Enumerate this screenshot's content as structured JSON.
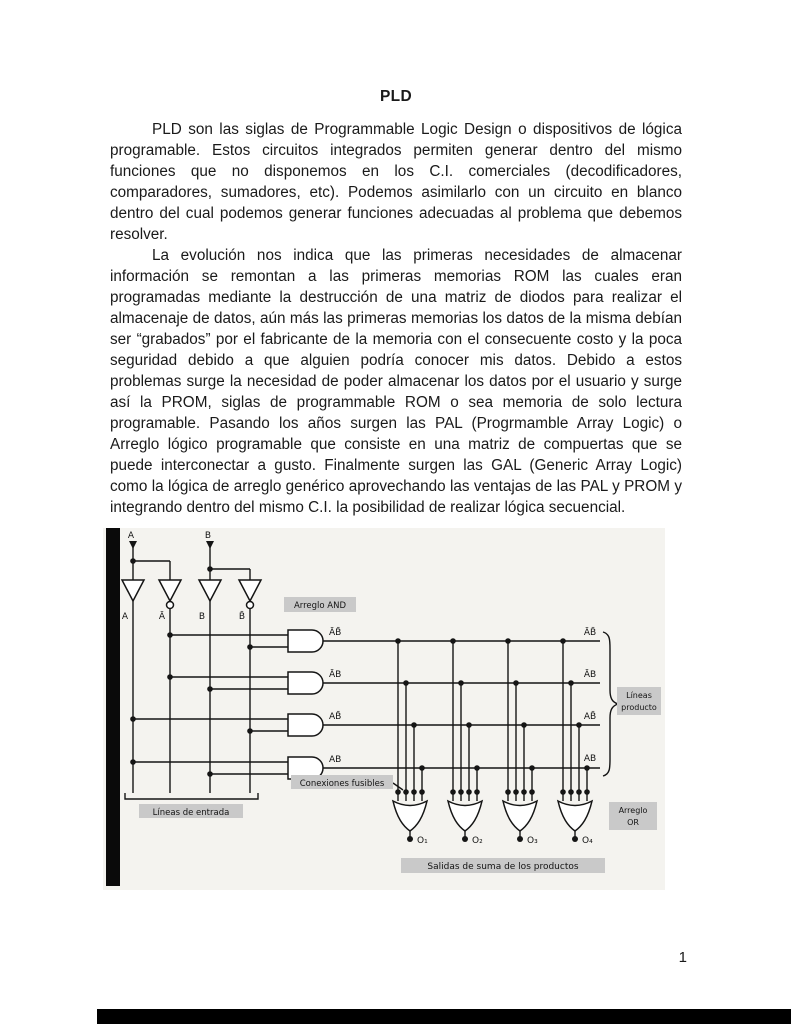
{
  "page": {
    "title": "PLD",
    "page_number": "1",
    "paragraphs": [
      "PLD son las siglas de Programmable Logic Design o dispositivos de lógica programable. Estos circuitos integrados permiten generar dentro del mismo funciones que no disponemos en los C.I. comerciales (decodificadores, comparadores, sumadores, etc). Podemos asimilarlo con un circuito en blanco dentro del cual podemos generar funciones adecuadas al problema que debemos resolver.",
      "La evolución nos indica que las primeras necesidades de almacenar información se remontan a las primeras memorias ROM las cuales eran programadas mediante la destrucción de una matriz de diodos para realizar el almacenaje de datos, aún más las primeras memorias los datos de la misma debían ser “grabados” por el fabricante de la memoria con el consecuente costo y la poca seguridad debido a que alguien podría conocer mis datos. Debido a estos problemas surge la necesidad de poder almacenar los datos por el usuario y surge así la PROM, siglas de programmable ROM o sea memoria de solo lectura programable. Pasando los años surgen las PAL (Progrmamble Array Logic) o Arreglo lógico programable que consiste en una matriz de compuertas que se puede interconectar a gusto. Finalmente surgen las GAL (Generic Array Logic) como la lógica de arreglo genérico aprovechando las ventajas de las PAL y PROM y integrando dentro del mismo C.I. la posibilidad de realizar lógica secuencial."
    ]
  },
  "figure": {
    "inputs": [
      "A",
      "B"
    ],
    "buffer_outputs": [
      "A",
      "Ā",
      "B",
      "B̄"
    ],
    "and_array_label": "Arreglo AND",
    "product_labels": [
      "ĀB̄",
      "ĀB",
      "AB̄",
      "AB"
    ],
    "product_labels_right": [
      "ĀB̄",
      "ĀB",
      "AB̄",
      "AB"
    ],
    "fuse_label": "Conexiones fusibles",
    "input_lines_label": "Líneas de entrada",
    "product_lines_label": [
      "Líneas",
      "producto"
    ],
    "or_array_label": [
      "Arreglo",
      "OR"
    ],
    "outputs": [
      "O₁",
      "O₂",
      "O₃",
      "O₄"
    ],
    "sum_label": "Salidas de suma de los productos",
    "colors": {
      "ink": "#151515",
      "label_highlight": "#c9c9c9"
    }
  }
}
